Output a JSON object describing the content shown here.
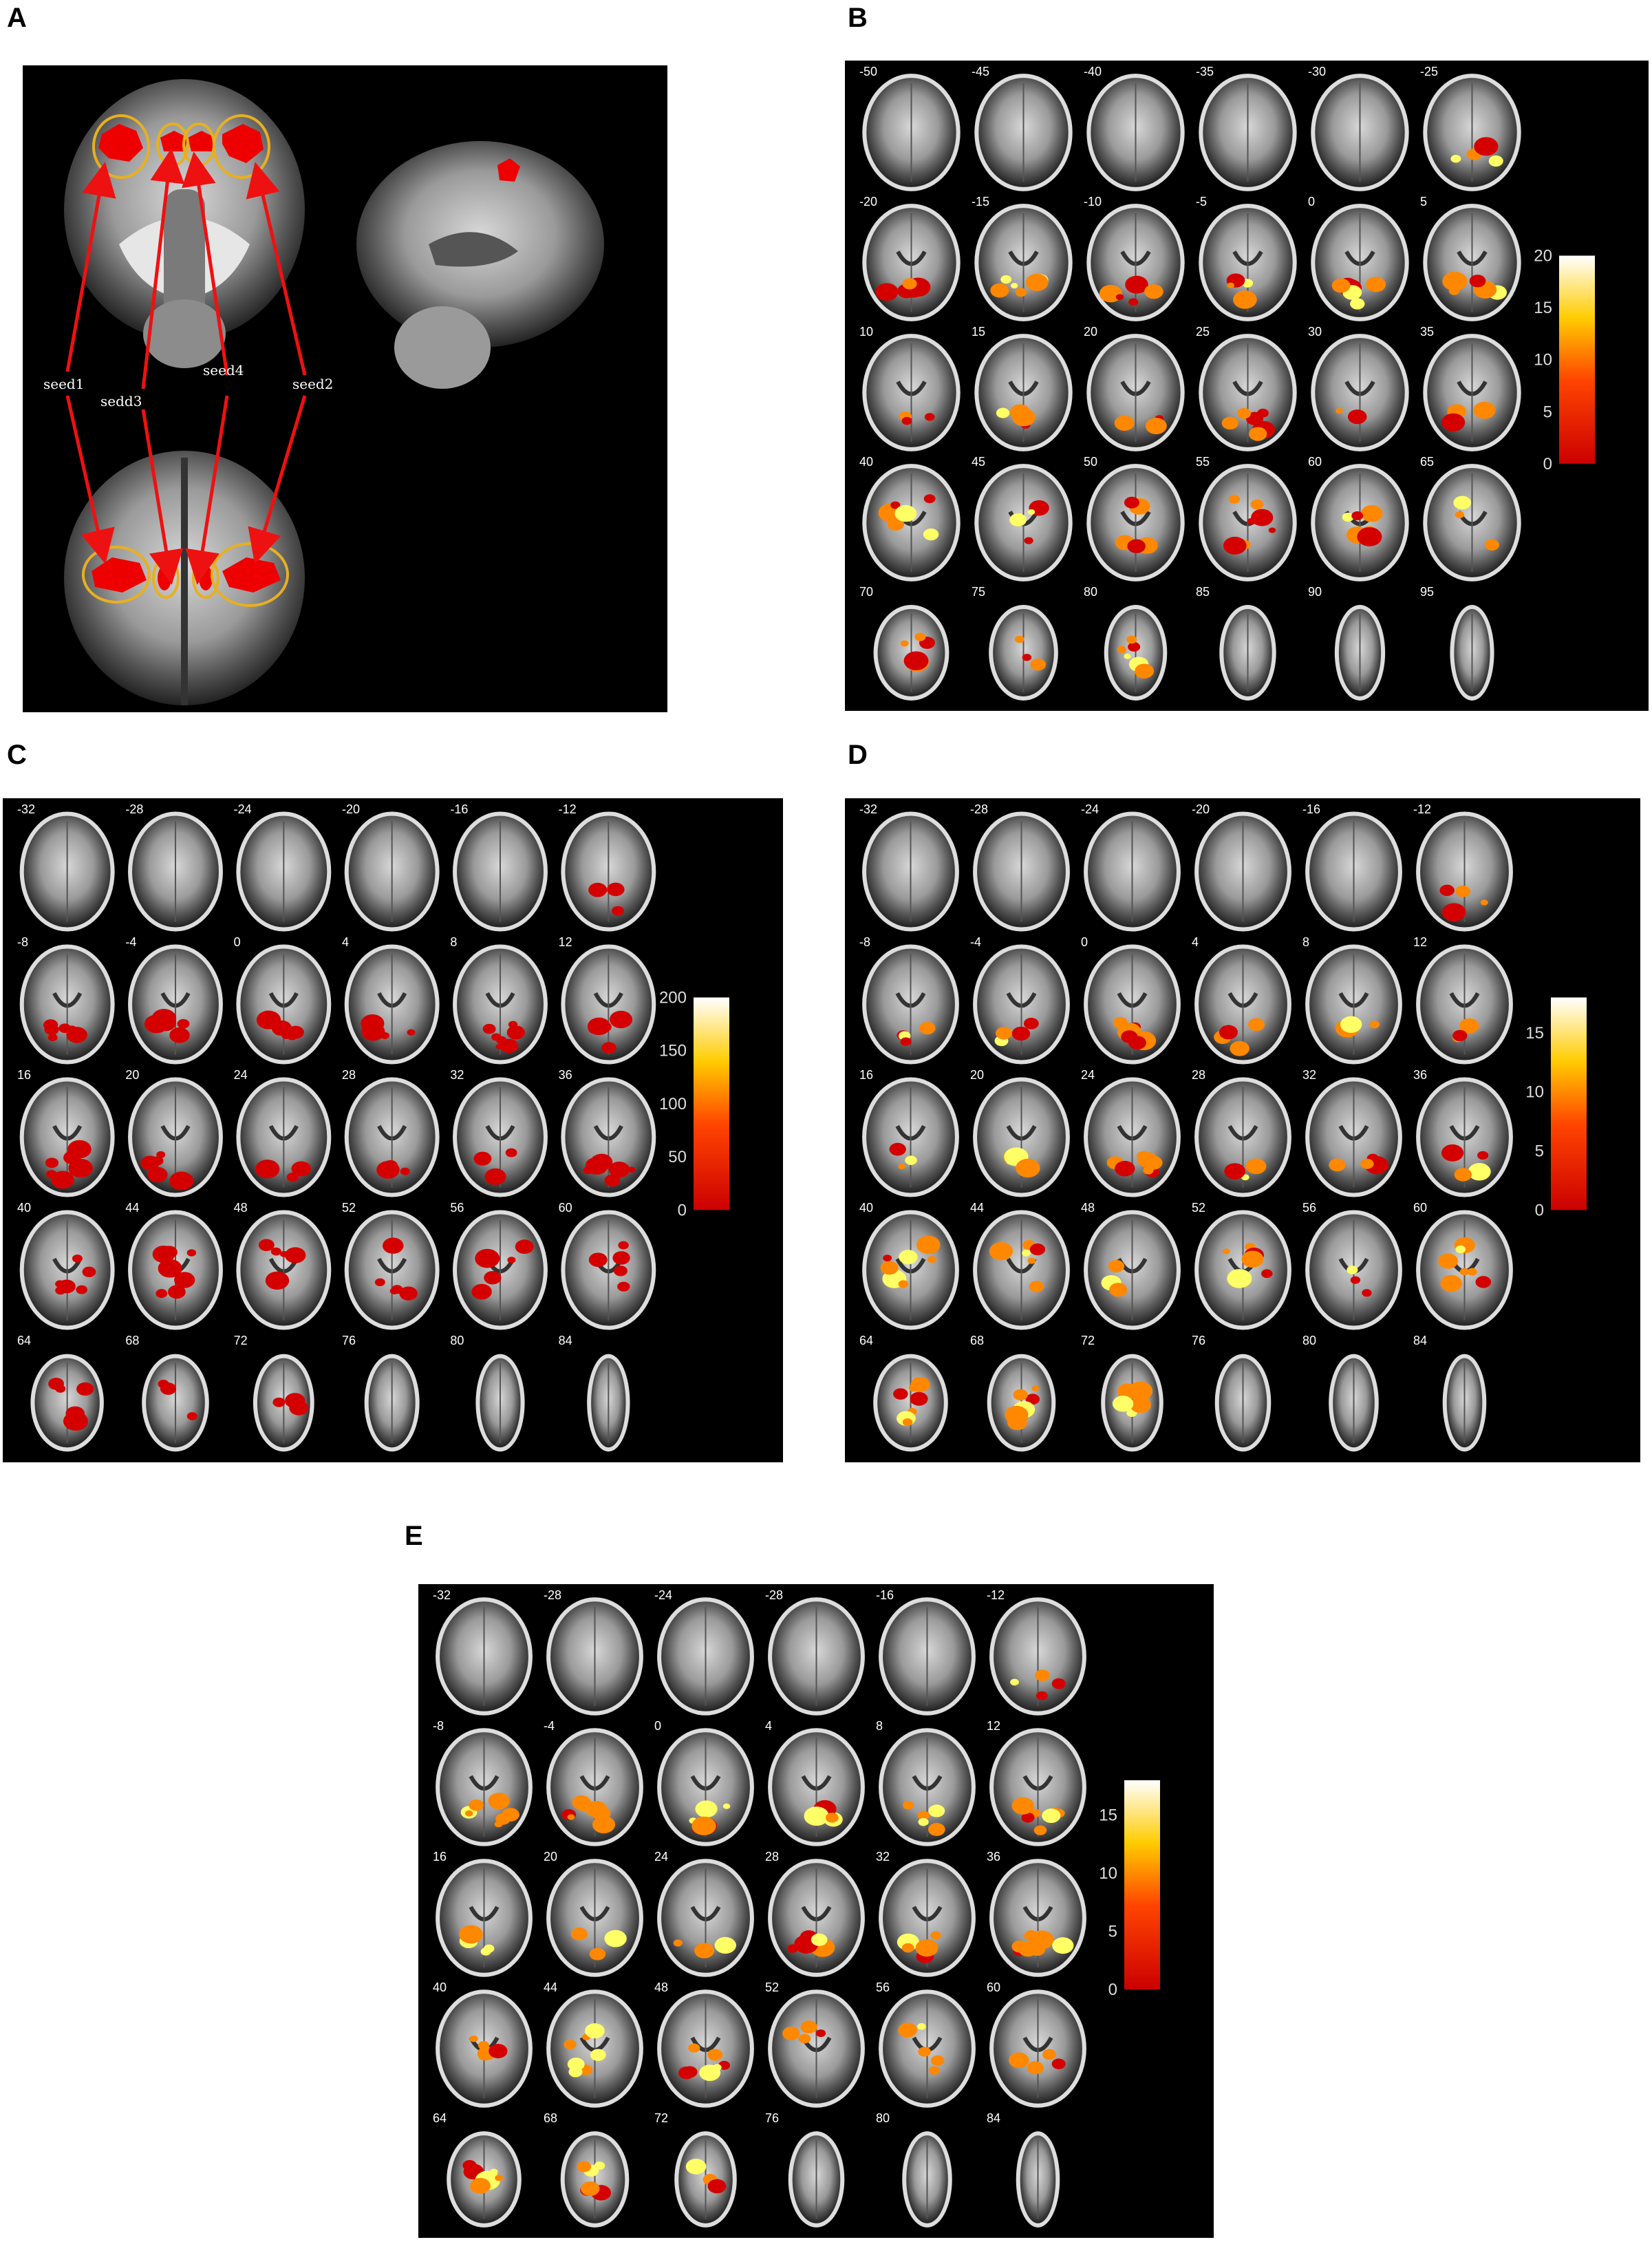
{
  "figure": {
    "panels": {
      "A": {
        "letter": "A",
        "seeds": [
          "seed1",
          "sedd3",
          "seed4",
          "seed2"
        ]
      },
      "B": {
        "letter": "B",
        "slice_labels": [
          "-50",
          "-45",
          "-40",
          "-35",
          "-30",
          "-25",
          "-20",
          "-15",
          "-10",
          "-5",
          "0",
          "5",
          "10",
          "15",
          "20",
          "25",
          "30",
          "35",
          "40",
          "45",
          "50",
          "55",
          "60",
          "65",
          "70",
          "75",
          "80",
          "85",
          "90",
          "95"
        ],
        "colorbar": {
          "ticks": [
            "20",
            "15",
            "10",
            "5",
            "0"
          ],
          "min": 0,
          "max": 20
        }
      },
      "C": {
        "letter": "C",
        "slice_labels": [
          "-32",
          "-28",
          "-24",
          "-20",
          "-16",
          "-12",
          "-8",
          "-4",
          "0",
          "4",
          "8",
          "12",
          "16",
          "20",
          "24",
          "28",
          "32",
          "36",
          "40",
          "44",
          "48",
          "52",
          "56",
          "60",
          "64",
          "68",
          "72",
          "76",
          "80",
          "84"
        ],
        "colorbar": {
          "ticks": [
            "200",
            "150",
            "100",
            "50",
            "0"
          ],
          "min": 0,
          "max": 200
        }
      },
      "D": {
        "letter": "D",
        "slice_labels": [
          "-32",
          "-28",
          "-24",
          "-20",
          "-16",
          "-12",
          "-8",
          "-4",
          "0",
          "4",
          "8",
          "12",
          "16",
          "20",
          "24",
          "28",
          "32",
          "36",
          "40",
          "44",
          "48",
          "52",
          "56",
          "60",
          "64",
          "68",
          "72",
          "76",
          "80",
          "84"
        ],
        "colorbar": {
          "ticks": [
            "15",
            "10",
            "5",
            "0"
          ],
          "min": 0,
          "max": 18
        }
      },
      "E": {
        "letter": "E",
        "slice_labels": [
          "-32",
          "-28",
          "-24",
          "-28",
          "-16",
          "-12",
          "-8",
          "-4",
          "0",
          "4",
          "8",
          "12",
          "16",
          "20",
          "24",
          "28",
          "32",
          "36",
          "40",
          "44",
          "48",
          "52",
          "56",
          "60",
          "64",
          "68",
          "72",
          "76",
          "80",
          "84"
        ],
        "colorbar": {
          "ticks": [
            "15",
            "10",
            "5",
            "0"
          ],
          "min": 0,
          "max": 18
        }
      }
    },
    "colors": {
      "background": "#000000",
      "activation_low": "#d40000",
      "activation_mid": "#ff8800",
      "activation_high": "#ffff66",
      "ring": "#e8b020",
      "arrow": "#ee1111"
    }
  }
}
